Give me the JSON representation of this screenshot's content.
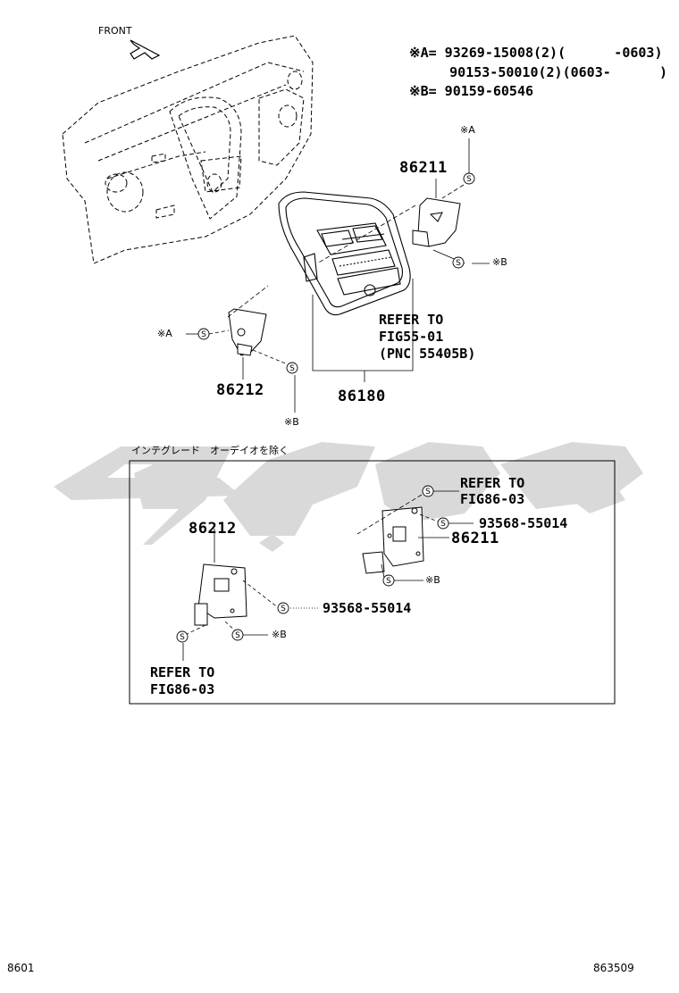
{
  "front_label": "FRONT",
  "notes": {
    "a_line1": "※A= 93269-15008(2)(      -0603)",
    "a_line2": "     90153-50010(2)(0603-      )",
    "b_line": "※B= 90159-60546"
  },
  "mark_a": "※A",
  "mark_b": "※B",
  "callouts": {
    "p86211_top": "86211",
    "p86212_top": "86212",
    "p86180": "86180",
    "refer_fig55": [
      "REFER TO",
      "FIG55-01",
      "(PNC 55405B)"
    ],
    "inset_title": "インテグレード　オーデイオを除く",
    "inset_refer_top": [
      "REFER TO",
      "FIG86-03"
    ],
    "inset_93568_right": "93568-55014",
    "inset_86211": "86211",
    "inset_86212": "86212",
    "inset_93568_left": "93568-55014",
    "inset_refer_bottom": [
      "REFER TO",
      "FIG86-03"
    ]
  },
  "footer": {
    "left": "8601",
    "right": "863509"
  },
  "icons": [
    "front-arrow-icon",
    "screw-s-icon",
    "watermark-logo"
  ]
}
